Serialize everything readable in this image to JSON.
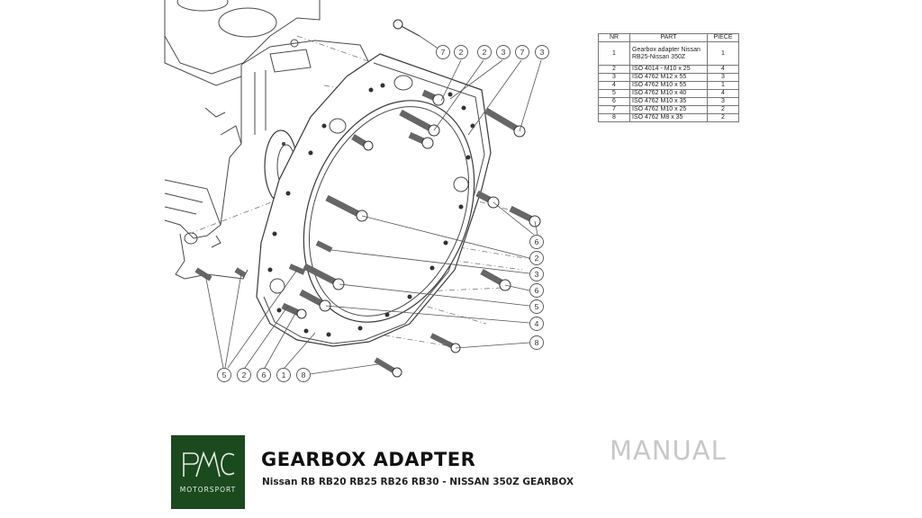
{
  "parts_table": {
    "headers": [
      "NR",
      "PART",
      "PIECE"
    ],
    "rows": [
      {
        "nr": "1",
        "part": "Gearbox adapter Nissan RB25-Nissan 350Z",
        "piece": "1"
      },
      {
        "nr": "2",
        "part": "ISO 4014 - M10 x 25",
        "piece": "4"
      },
      {
        "nr": "3",
        "part": "ISO 4762 M12 x 55",
        "piece": "3"
      },
      {
        "nr": "4",
        "part": "ISO 4762 M10 x 55",
        "piece": "1"
      },
      {
        "nr": "5",
        "part": "ISO 4762 M10 x 40",
        "piece": "4"
      },
      {
        "nr": "6",
        "part": "ISO 4762 M10 x 35",
        "piece": "3"
      },
      {
        "nr": "7",
        "part": "ISO 4762 M10 x 25",
        "piece": "2"
      },
      {
        "nr": "8",
        "part": "ISO 4762 M8 x 35",
        "piece": "2"
      }
    ]
  },
  "callouts": {
    "top": [
      "7",
      "2",
      "2",
      "3",
      "7",
      "3"
    ],
    "right": [
      "6",
      "2",
      "3",
      "6",
      "5",
      "4",
      "8"
    ],
    "bottom": [
      "5",
      "2",
      "6",
      "1",
      "8"
    ]
  },
  "logo": {
    "brand": "MOTORSPORT",
    "bg_color": "#1b4a1f"
  },
  "title": "GEARBOX ADAPTER",
  "subtitle": "Nissan RB RB20 RB25 RB26 RB30 - NISSAN 350Z GEARBOX",
  "manual_label": "MANUAL"
}
